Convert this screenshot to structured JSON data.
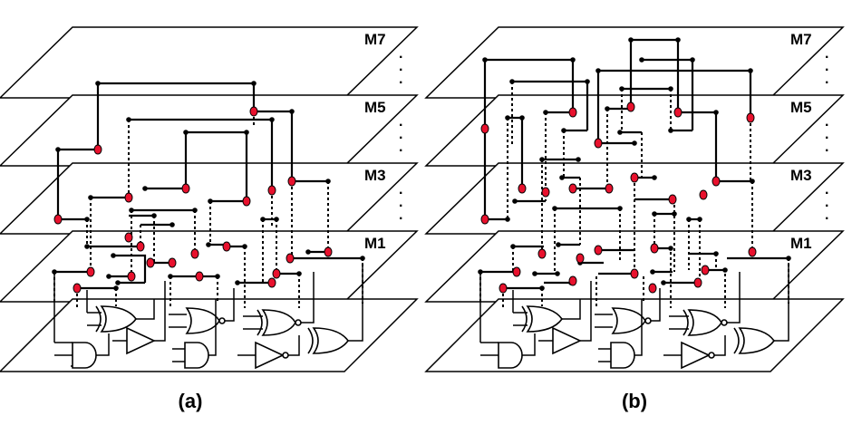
{
  "figure": {
    "panels": [
      {
        "id": "a",
        "caption": "(a)",
        "layers": [
          "M7",
          "M5",
          "M3",
          "M1"
        ],
        "ellipsis": "."
      },
      {
        "id": "b",
        "caption": "(b)",
        "layers": [
          "M7",
          "M5",
          "M3",
          "M1"
        ],
        "ellipsis": "."
      }
    ],
    "colors": {
      "stroke": "#000000",
      "via": "#e8112d",
      "background": "#ffffff"
    }
  }
}
